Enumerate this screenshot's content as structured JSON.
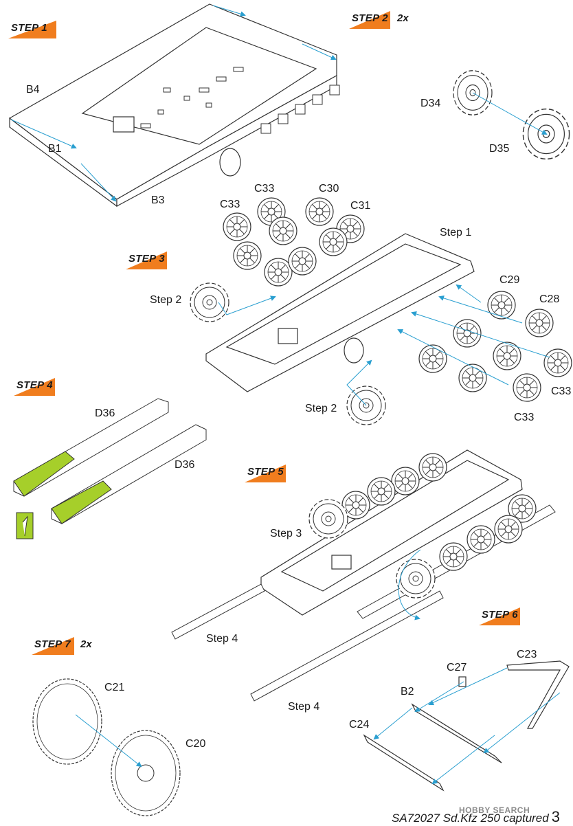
{
  "steps": {
    "s1": {
      "label": "STEP 1"
    },
    "s2": {
      "label": "STEP 2",
      "multiplier": "2x"
    },
    "s3": {
      "label": "STEP 3"
    },
    "s4": {
      "label": "STEP 4"
    },
    "s5": {
      "label": "STEP 5"
    },
    "s6": {
      "label": "STEP 6"
    },
    "s7": {
      "label": "STEP 7",
      "multiplier": "2x"
    }
  },
  "parts": {
    "b4": "B4",
    "b1": "B1",
    "b3": "B3",
    "d34": "D34",
    "d35": "D35",
    "c33a": "C33",
    "c33b": "C33",
    "c30": "C30",
    "c31": "C31",
    "c29": "C29",
    "c28": "C28",
    "c33c": "C33",
    "c33d": "C33",
    "d36a": "D36",
    "d36b": "D36",
    "c23": "C23",
    "c27": "C27",
    "b2": "B2",
    "c24": "C24",
    "c21": "C21",
    "c20": "C20"
  },
  "refs": {
    "step1_ref": "Step 1",
    "step2_ref_a": "Step 2",
    "step2_ref_b": "Step 2",
    "step3_ref": "Step 3",
    "step4_ref_a": "Step 4",
    "step4_ref_b": "Step 4"
  },
  "footer": {
    "code": "SA72027 Sd.Kfz 250 captured",
    "page": "3"
  },
  "watermark": "HOBBY SEARCH",
  "colors": {
    "badge": "#f07d1e",
    "arrow": "#2a9fd0",
    "highlight": "#a6cf2a",
    "line": "#3a3a3a"
  }
}
